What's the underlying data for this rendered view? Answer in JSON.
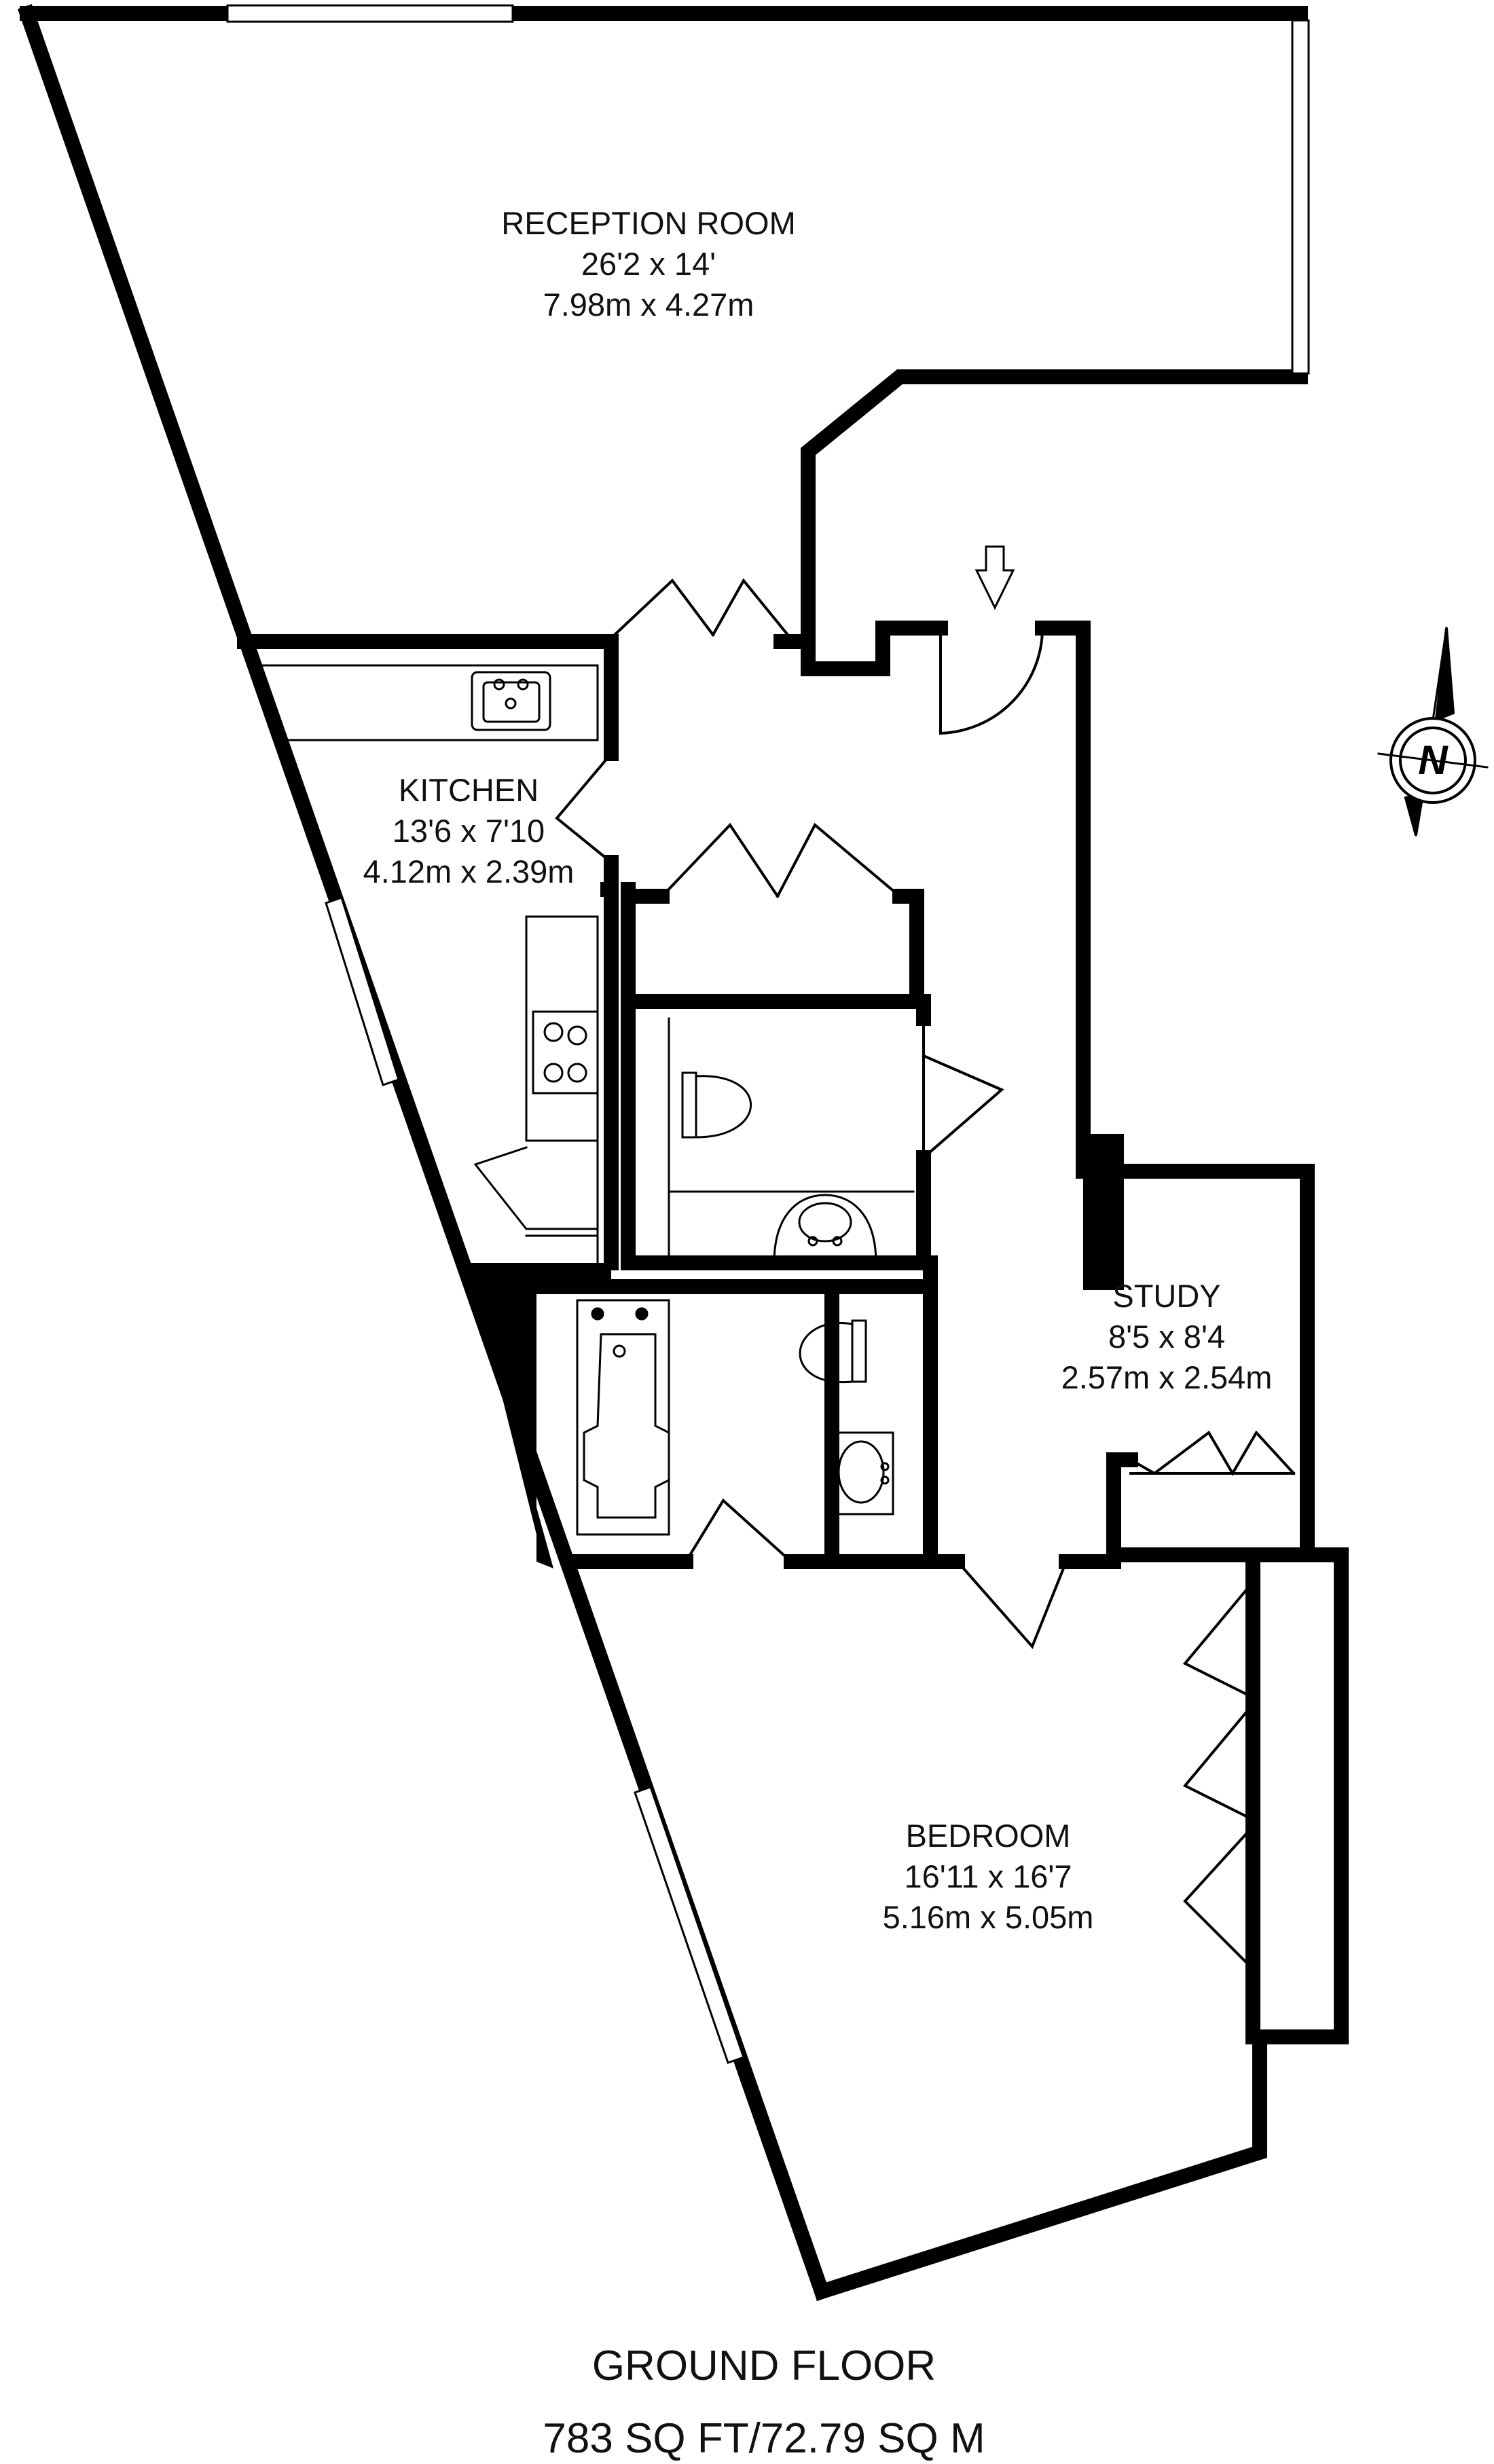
{
  "rooms": {
    "reception": {
      "name": "RECEPTION ROOM",
      "imperial": "26'2 x 14'",
      "metric": "7.98m x 4.27m"
    },
    "kitchen": {
      "name": "KITCHEN",
      "imperial": "13'6 x 7'10",
      "metric": "4.12m x 2.39m"
    },
    "study": {
      "name": "STUDY",
      "imperial": "8'5 x 8'4",
      "metric": "2.57m x 2.54m"
    },
    "bedroom": {
      "name": "BEDROOM",
      "imperial": "16'11 x 16'7",
      "metric": "5.16m x 5.05m"
    }
  },
  "floor": {
    "name": "GROUND FLOOR",
    "area": "783 SQ FT/72.79 SQ M"
  },
  "compass": {
    "letter": "N"
  },
  "colors": {
    "wall": "#000000",
    "background": "#ffffff",
    "window": "#ffffff"
  }
}
